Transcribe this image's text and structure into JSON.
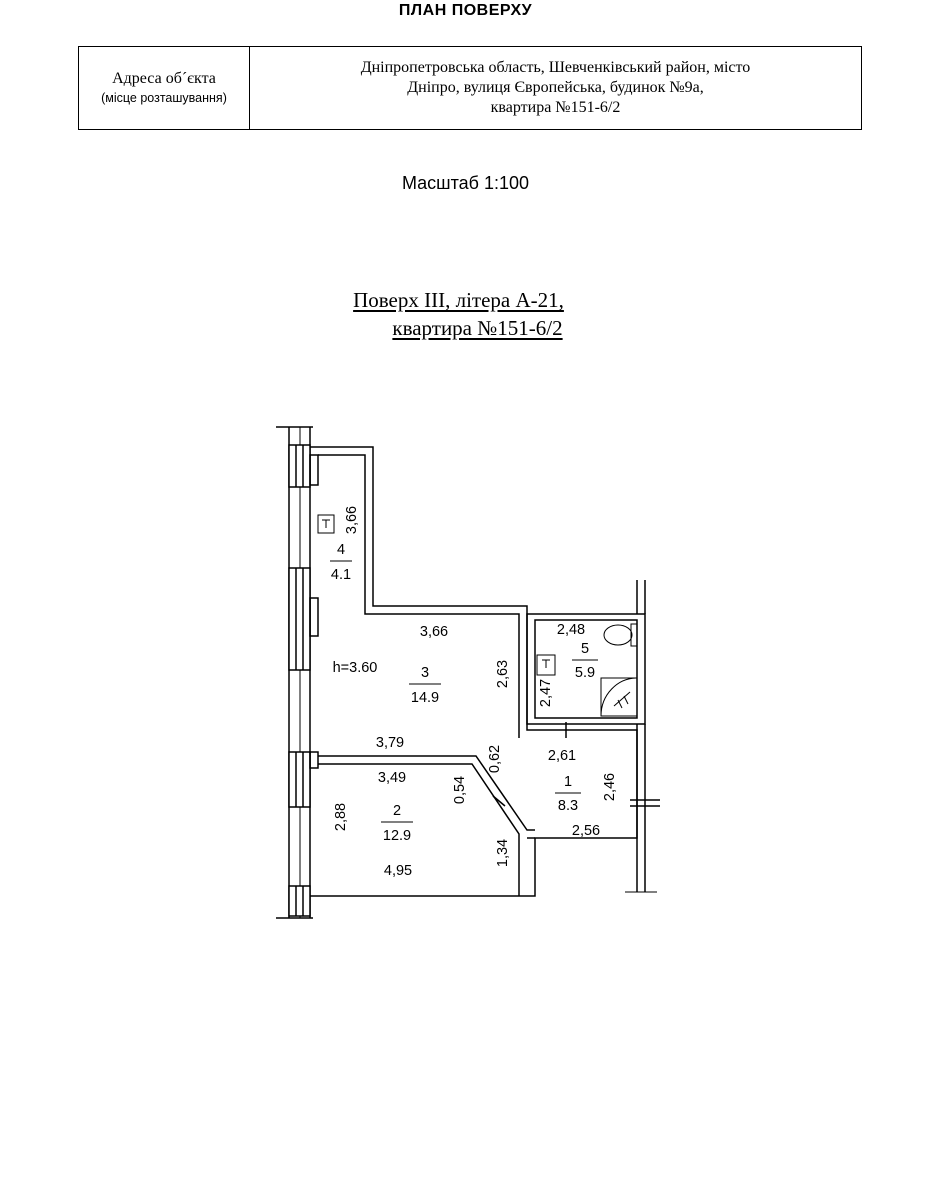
{
  "header": {
    "title": "ПЛАН ПОВЕРХУ"
  },
  "address": {
    "label": "Адреса об´єкта",
    "sublabel": "(місце розташування)",
    "line1": "Дніпропетровська область, Шевченківський район, місто",
    "line2": "Дніпро, вулиця Європейська, будинок №9а,",
    "line3": "квартира №151-6/2"
  },
  "scale": "Масштаб 1:100",
  "floor": {
    "line1": "Поверх III, літера А-21,",
    "line2": "квартира №151-6/2"
  },
  "plan": {
    "ceiling_height": "h=3.60",
    "rooms": [
      {
        "number": "4",
        "area": "4.1"
      },
      {
        "number": "3",
        "area": "14.9"
      },
      {
        "number": "5",
        "area": "5.9"
      },
      {
        "number": "2",
        "area": "12.9"
      },
      {
        "number": "1",
        "area": "8.3"
      }
    ],
    "dimensions": {
      "r4_height": "3,66",
      "r3_top": "3,66",
      "r3_right": "2,63",
      "r3_bottom": "3,79",
      "r5_top": "2,48",
      "r5_left": "2,47",
      "r2_top": "3,49",
      "r2_left": "2,88",
      "r2_bottom": "4,95",
      "r2_diag": "0,54",
      "r2_diag_top": "0,62",
      "r2_right": "1,34",
      "r1_top": "2,61",
      "r1_right": "2,46",
      "r1_bottom": "2,56"
    }
  }
}
